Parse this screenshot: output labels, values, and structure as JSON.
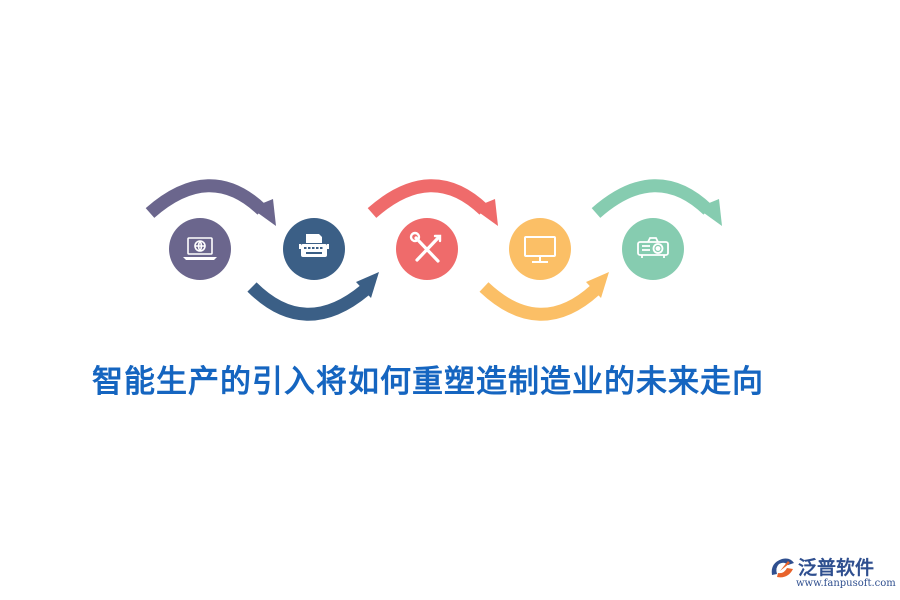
{
  "title": "智能生产的引入将如何重塑造制造业的未来走向",
  "brand": {
    "name": "泛普软件",
    "url": "www.fanpusoft.com"
  },
  "steps": [
    {
      "icon": "laptop-globe-icon",
      "color": "#6b668d"
    },
    {
      "icon": "typewriter-icon",
      "color": "#3b5f86"
    },
    {
      "icon": "wrench-screwdriver-icon",
      "color": "#ef6b6b"
    },
    {
      "icon": "monitor-icon",
      "color": "#fbbf66"
    },
    {
      "icon": "projector-icon",
      "color": "#86ccb0"
    }
  ],
  "colors": {
    "title": "#1565c0",
    "brand": "#2f4f8f",
    "brand_accent": "#e8632b"
  }
}
